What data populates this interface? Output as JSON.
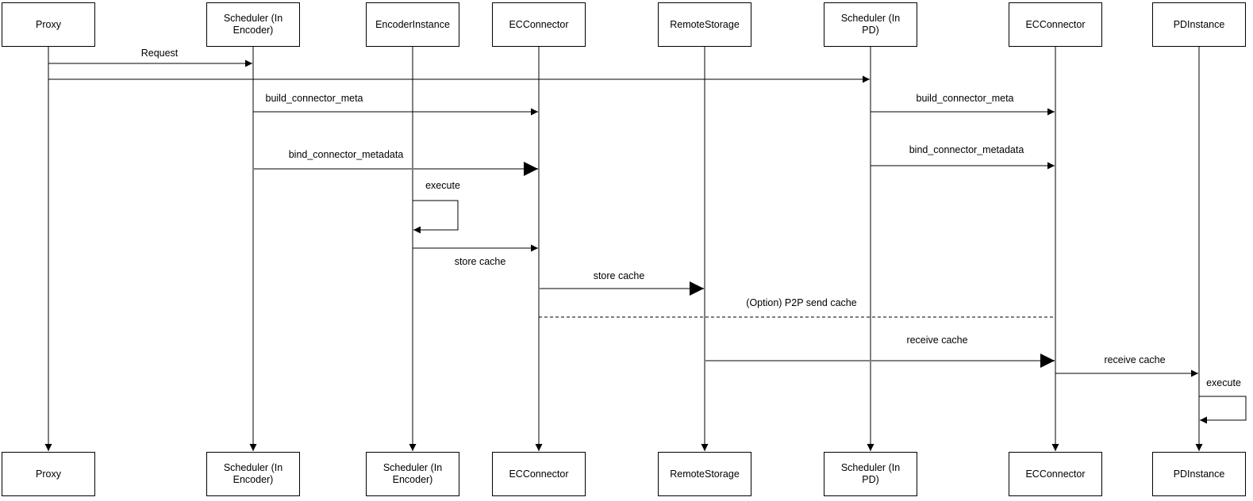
{
  "diagram": {
    "type": "sequence-diagram",
    "colors": {
      "line": "#000000",
      "gray_line": "#808080",
      "box_fill": "#ffffff",
      "box_border": "#000000",
      "text": "#000000",
      "background": "#ffffff"
    },
    "actors": [
      {
        "id": "proxy",
        "top_label": "Proxy",
        "bottom_label": "Proxy"
      },
      {
        "id": "scheduler-encoder",
        "top_label": "Scheduler (In Encoder)",
        "bottom_label": "Scheduler (In Encoder)"
      },
      {
        "id": "encoder-instance",
        "top_label": "EncoderInstance",
        "bottom_label": "Scheduler (In Encoder)"
      },
      {
        "id": "ec-connector-enc",
        "top_label": "ECConnector",
        "bottom_label": "ECConnector"
      },
      {
        "id": "remote-storage",
        "top_label": "RemoteStorage",
        "bottom_label": "RemoteStorage"
      },
      {
        "id": "scheduler-pd",
        "top_label": "Scheduler (In PD)",
        "bottom_label": "Scheduler (In PD)"
      },
      {
        "id": "ec-connector-pd",
        "top_label": "ECConnector",
        "bottom_label": "ECConnector"
      },
      {
        "id": "pd-instance",
        "top_label": "PDInstance",
        "bottom_label": "PDInstance"
      }
    ],
    "messages": [
      {
        "label": "Request",
        "from": "Proxy",
        "to": "Scheduler (In Encoder)",
        "style": "solid"
      },
      {
        "label": "",
        "from": "Proxy",
        "to": "Scheduler (In PD)",
        "style": "solid"
      },
      {
        "label": "build_connector_meta",
        "from": "Scheduler (In Encoder)",
        "to": "ECConnector",
        "style": "solid"
      },
      {
        "label": "bind_connector_metadata",
        "from": "Scheduler (In Encoder)",
        "to": "ECConnector",
        "style": "solid"
      },
      {
        "label": "build_connector_meta",
        "from": "Scheduler (In PD)",
        "to": "ECConnector",
        "style": "solid"
      },
      {
        "label": "bind_connector_metadata",
        "from": "Scheduler (In PD)",
        "to": "ECConnector",
        "style": "solid"
      },
      {
        "label": "execute",
        "from": "EncoderInstance",
        "to": "EncoderInstance",
        "style": "self-loop"
      },
      {
        "label": "store cache",
        "from": "EncoderInstance",
        "to": "ECConnector",
        "style": "solid"
      },
      {
        "label": "store cache",
        "from": "ECConnector",
        "to": "RemoteStorage",
        "style": "solid"
      },
      {
        "label": "(Option) P2P send cache",
        "from": "ECConnector",
        "to": "ECConnector",
        "style": "dashed"
      },
      {
        "label": "receive cache",
        "from": "RemoteStorage",
        "to": "ECConnector",
        "style": "solid"
      },
      {
        "label": "receive cache",
        "from": "ECConnector",
        "to": "PDInstance",
        "style": "solid"
      },
      {
        "label": "execute",
        "from": "PDInstance",
        "to": "PDInstance",
        "style": "self-loop"
      }
    ]
  }
}
